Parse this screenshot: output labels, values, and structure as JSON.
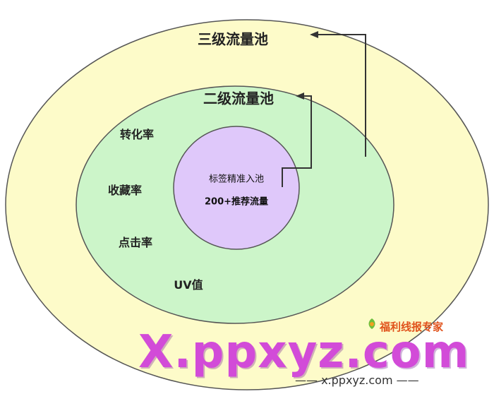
{
  "pools": {
    "outer": {
      "title": "三级流量池",
      "color": "#fdfbc9"
    },
    "middle": {
      "title": "二级流量池",
      "color": "#ccf5c9"
    },
    "inner": {
      "line1": "标签精准入池",
      "line2": "200+推荐流量",
      "color": "#dfc8fa"
    }
  },
  "metrics": [
    "转化率",
    "收藏率",
    "点击率",
    "UV值"
  ],
  "watermark": {
    "brand": "福利线报专家",
    "big_text": "X.ppxyz.com",
    "small_text": "—— x.ppxyz.com ——"
  }
}
